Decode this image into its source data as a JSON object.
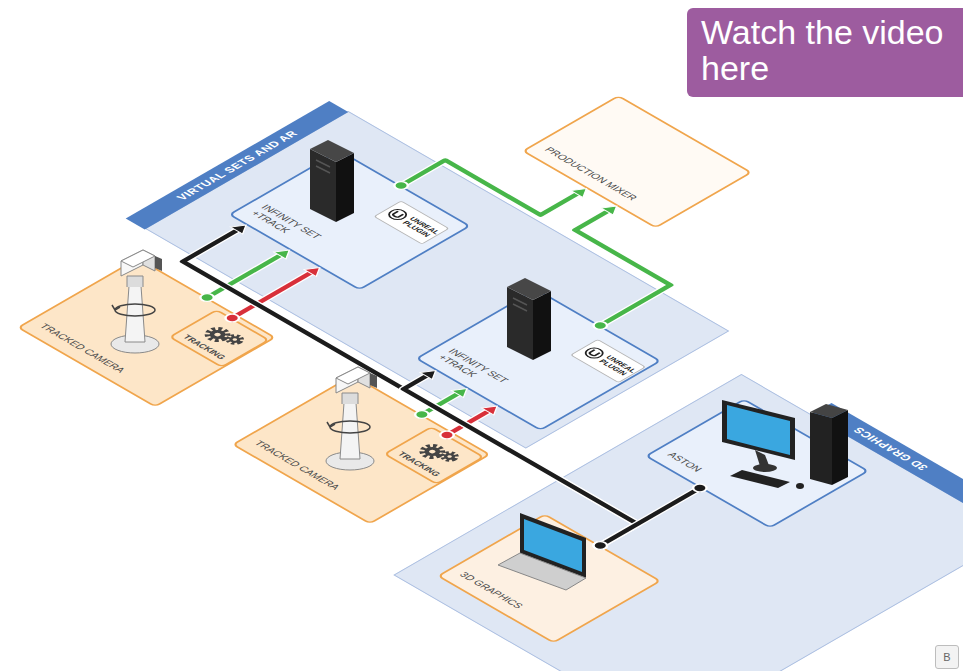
{
  "diagram": {
    "nodes": [
      {
        "text": [
          "Watch the video here"
        ]
      },
      {
        "text": [
          "VIRTUAL SETS AND AR"
        ]
      },
      {
        "text": [
          "INFINITY SET +TRACK"
        ],
        "in": 1
      },
      {
        "text": [
          "UNREAL PLUGIN"
        ],
        "in": 2
      },
      {
        "text": [
          "PRODUCTION MIXER"
        ]
      },
      {
        "text": [
          "TRACKED CAMERA"
        ]
      },
      {
        "text": [
          "TRACKING"
        ],
        "in": 5
      },
      {
        "text": [
          "INFINITY SET +TRACK"
        ],
        "in": 1
      },
      {
        "text": [
          "UNREAL PLUGIN"
        ],
        "in": 7
      },
      {
        "text": [
          "TRACKED CAMERA"
        ]
      },
      {
        "text": [
          "TRACKING"
        ],
        "in": 9
      },
      {
        "text": [
          "3D GRAPHICS"
        ]
      },
      {
        "text": [
          "ASTON"
        ],
        "in": 11
      },
      {
        "text": [
          "3D GRAPHICS"
        ],
        "in": 11
      }
    ],
    "edges": [
      {
        "from": 5,
        "to": 2,
        "arrow": "to"
      },
      {
        "from": 6,
        "to": 2,
        "arrow": "to"
      },
      {
        "from": 9,
        "to": 7,
        "arrow": "to"
      },
      {
        "from": 10,
        "to": 7,
        "arrow": "to"
      },
      {
        "from": 13,
        "to": 2,
        "arrow": "to"
      },
      {
        "from": 13,
        "to": 7,
        "arrow": "to"
      },
      {
        "from": 2,
        "to": 4,
        "arrow": "to"
      },
      {
        "from": 7,
        "to": 4,
        "arrow": "to"
      },
      {
        "from": 13,
        "to": 12,
        "arrow": "none"
      }
    ],
    "labels": [
      "B"
    ]
  }
}
